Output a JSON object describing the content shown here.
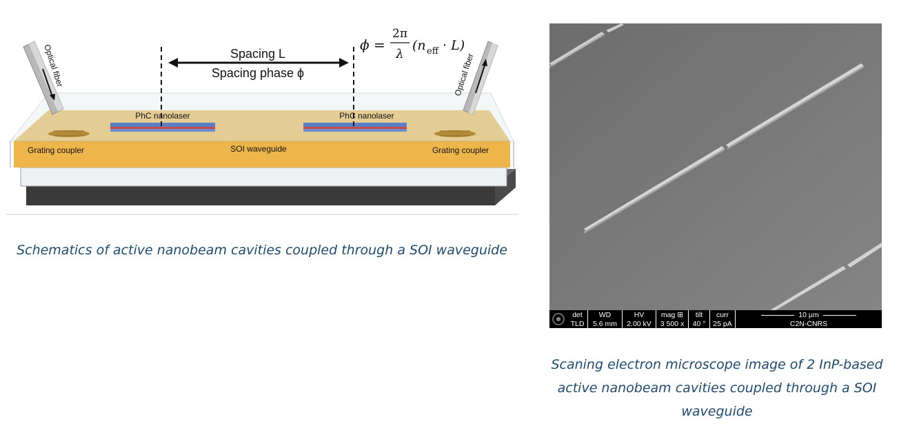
{
  "schematic": {
    "spacing_label": "Spacing L",
    "phase_label": "Spacing phase ϕ",
    "equation": {
      "lhs": "ϕ =",
      "numerator": "2π",
      "denominator": "λ",
      "rhs_open": "(n",
      "subscript": "eff",
      "rhs_close": "· L)"
    },
    "fiber_left_label": "Optical fiber",
    "fiber_right_label": "Optical fiber",
    "nanolaser_left_label": "PhC nanolaser",
    "nanolaser_right_label": "PhC nanolaser",
    "waveguide_label": "SOI waveguide",
    "grating_left_label": "Grating coupler",
    "grating_right_label": "Grating coupler"
  },
  "caption_left": "Schematics of active nanobeam cavities coupled through a SOI waveguide",
  "sem": {
    "info_bar": {
      "det": {
        "header": "det",
        "value": "TLD"
      },
      "wd": {
        "header": "WD",
        "value": "5.6 mm"
      },
      "hv": {
        "header": "HV",
        "value": "2.00 kV"
      },
      "mag": {
        "header": "mag ⊞",
        "value": "3 500 x"
      },
      "tilt": {
        "header": "tilt",
        "value": "40 °"
      },
      "curr": {
        "header": "curr",
        "value": "25 pA"
      },
      "scale": "10 µm",
      "lab": "C2N-CNRS"
    }
  },
  "caption_right": "Scaning electron microscope image of 2 InP-based active nanobeam cavities coupled through a SOI waveguide",
  "colors": {
    "caption": "#1d4a6e",
    "gold_layer": "#e8b24a",
    "sem_background": "#7a7a7a"
  }
}
